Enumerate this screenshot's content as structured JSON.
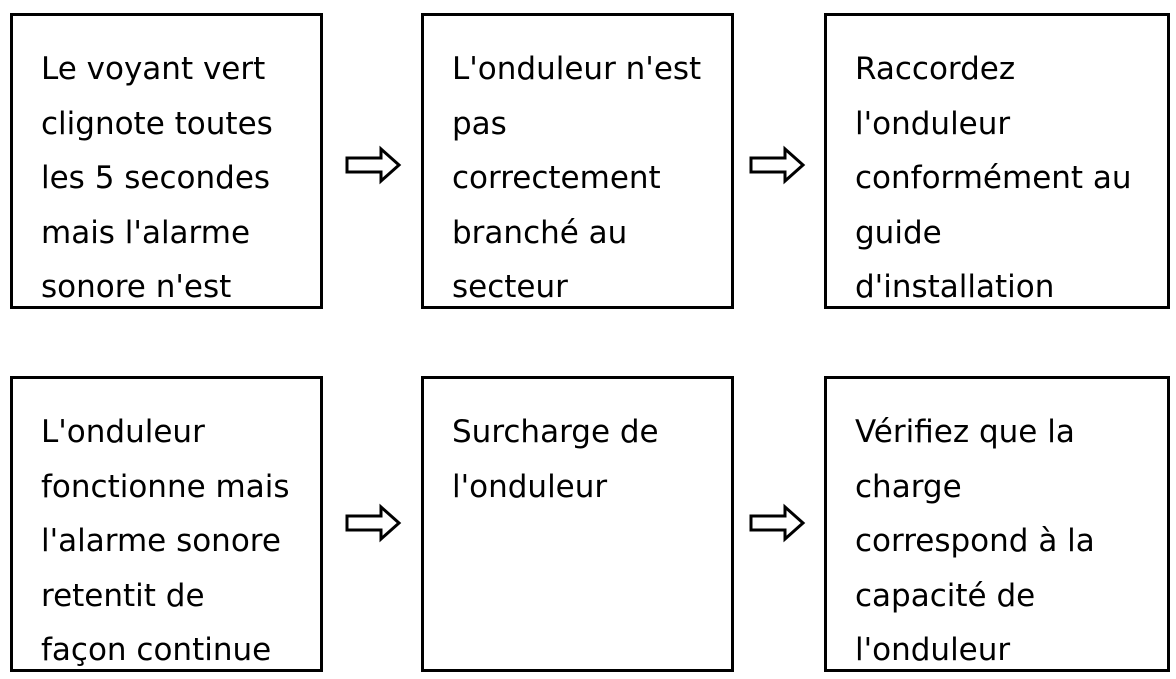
{
  "rows": [
    {
      "symptom": "Le voyant vert\nclignote toutes\nles 5 secondes\nmais l'alarme\nsonore n'est",
      "cause": "L'onduleur n'est\npas\ncorrectement\nbranché au\nsecteur",
      "solution": "Raccordez\nl'onduleur\nconformément au\nguide\nd'installation"
    },
    {
      "symptom": "L'onduleur\nfonctionne mais\nl'alarme sonore\nretentit de\nfaçon continue",
      "cause": "Surcharge de\nl'onduleur",
      "solution": "Vérifiez que la\ncharge\ncorrespond à la\ncapacité de\nl'onduleur"
    }
  ],
  "colors": {
    "border": "#000000",
    "background": "#ffffff",
    "text": "#000000"
  },
  "icons": {
    "connector": "outline-right-arrow-icon"
  }
}
